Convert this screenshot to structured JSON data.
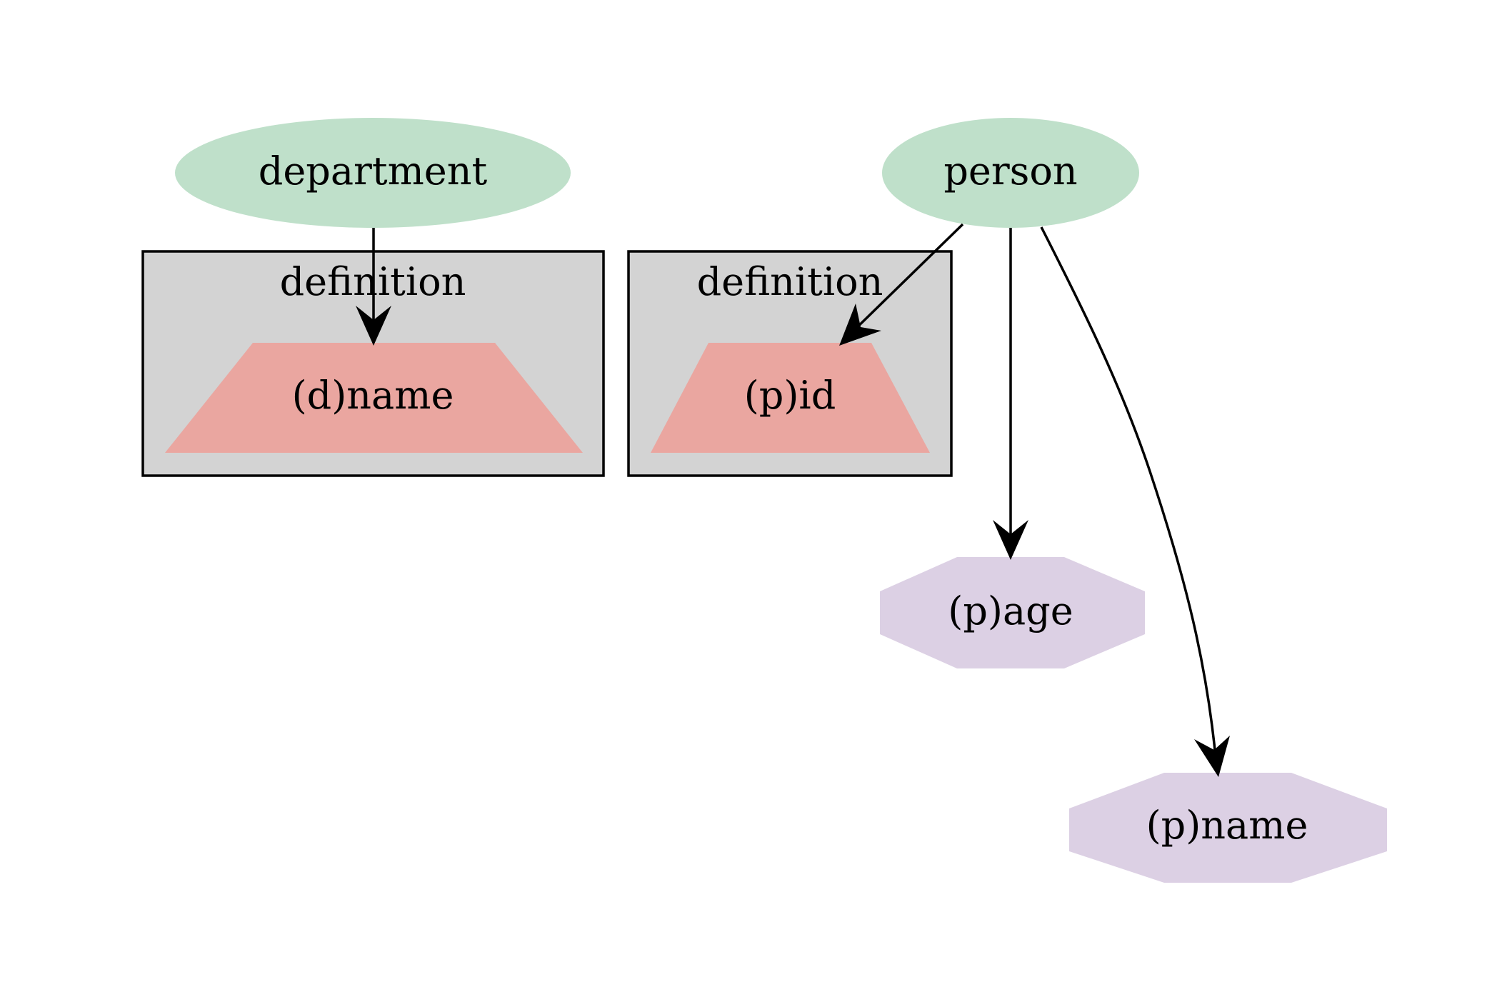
{
  "colors": {
    "background": "#ffffff",
    "entity_fill": "#bfe0ca",
    "key_fill": "#eaa6a0",
    "attribute_fill": "#dcd0e4",
    "cluster_fill": "#d3d3d3",
    "stroke": "#000000"
  },
  "clusters": [
    {
      "id": "definition-department",
      "label": "definition"
    },
    {
      "id": "definition-person",
      "label": "definition"
    }
  ],
  "nodes": [
    {
      "id": "department",
      "label": "department",
      "shape": "ellipse",
      "kind": "entity"
    },
    {
      "id": "person",
      "label": "person",
      "shape": "ellipse",
      "kind": "entity"
    },
    {
      "id": "d_name",
      "label": "(d)name",
      "shape": "trapezium",
      "kind": "key",
      "cluster": "definition-department"
    },
    {
      "id": "p_id",
      "label": "(p)id",
      "shape": "trapezium",
      "kind": "key",
      "cluster": "definition-person"
    },
    {
      "id": "p_age",
      "label": "(p)age",
      "shape": "octagon",
      "kind": "attribute"
    },
    {
      "id": "p_name",
      "label": "(p)name",
      "shape": "octagon",
      "kind": "attribute"
    }
  ],
  "edges": [
    {
      "from": "department",
      "to": "d_name"
    },
    {
      "from": "person",
      "to": "p_id"
    },
    {
      "from": "person",
      "to": "p_age"
    },
    {
      "from": "person",
      "to": "p_name"
    }
  ]
}
